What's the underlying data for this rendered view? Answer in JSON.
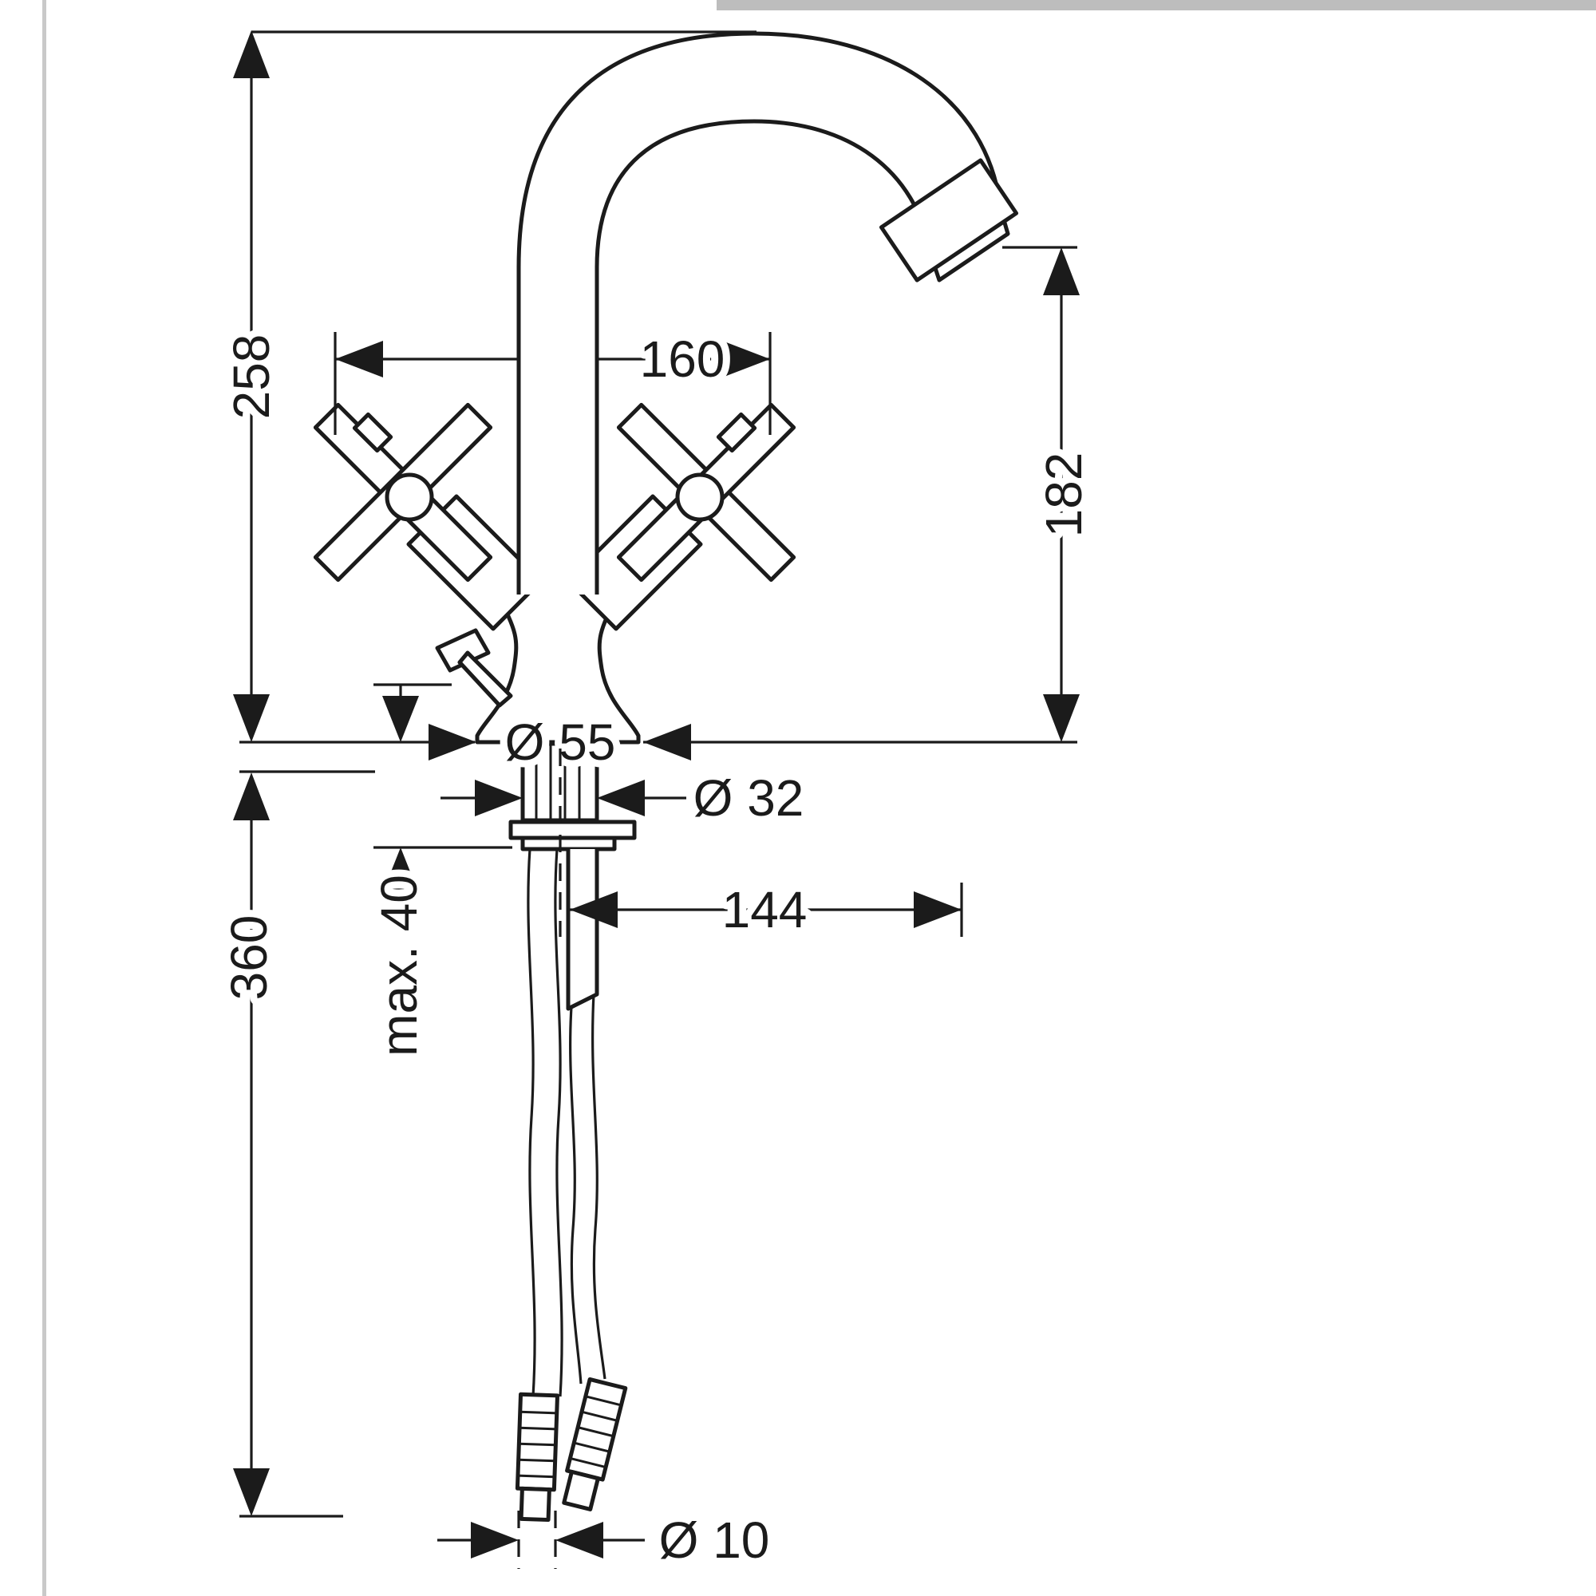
{
  "colors": {
    "line": "#1b1b1b",
    "left_border_gray": "#c9c9c9",
    "top_band_gray": "#bdbdbd"
  },
  "drawing": {
    "dims": {
      "overall_height": "258",
      "handle_span": "160",
      "outlet_height": "182",
      "base_diameter": "Ø 55",
      "shank_diameter": "Ø 32",
      "max_deck_thickness": "max. 40",
      "hose_length": "360",
      "spout_reach": "144",
      "hose_diameter": "Ø 10"
    }
  }
}
